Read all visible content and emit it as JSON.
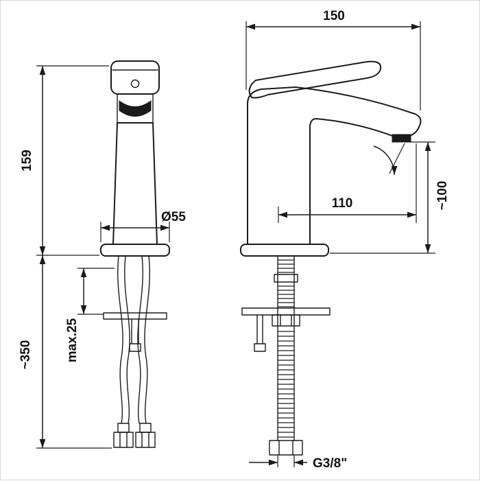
{
  "drawing": {
    "dimensions": {
      "overall_depth": "150",
      "body_height": "159",
      "base_diameter": "Ø55",
      "spout_reach": "110",
      "outlet_height": "~100",
      "max_mounting_thickness": "max.25",
      "hose_length": "~350",
      "thread_size": "G3/8\""
    },
    "colors": {
      "line": "#1a1a1a",
      "background": "#ffffff"
    }
  }
}
